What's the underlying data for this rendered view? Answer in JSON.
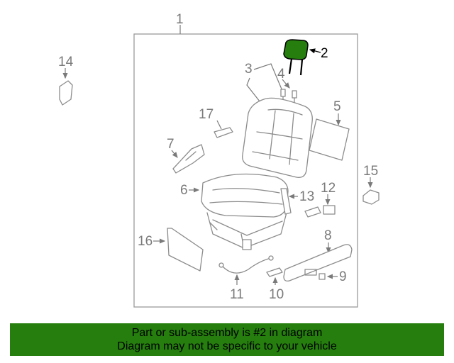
{
  "callouts": {
    "c1": "1",
    "c2": "2",
    "c3": "3",
    "c4": "4",
    "c5": "5",
    "c6": "6",
    "c7": "7",
    "c8": "8",
    "c9": "9",
    "c10": "10",
    "c11": "11",
    "c12": "12",
    "c13": "13",
    "c14": "14",
    "c15": "15",
    "c16": "16",
    "c17": "17"
  },
  "highlight": {
    "part": "2",
    "color": "#257e0e"
  },
  "banner": {
    "line1": "Part or sub-assembly is #2 in diagram",
    "line2": "Diagram may not be specific to your vehicle",
    "color": "#257e0e"
  }
}
